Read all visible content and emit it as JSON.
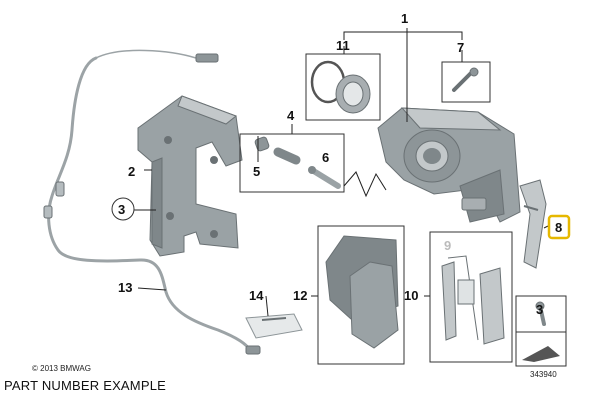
{
  "callouts": {
    "c1": "1",
    "c2": "2",
    "c3": "3",
    "c3b": "3",
    "c5": "5",
    "c6": "6",
    "c7": "7",
    "c8": "8",
    "c9": "9",
    "c10": "10",
    "c11": "11",
    "c12": "12",
    "c13": "13",
    "c14": "14",
    "c4": "4"
  },
  "highlight_color": "#e6b800",
  "copyright": "© 2013 BMWAG",
  "caption": "PART NUMBER EXAMPLE",
  "diagram_number": "343940"
}
